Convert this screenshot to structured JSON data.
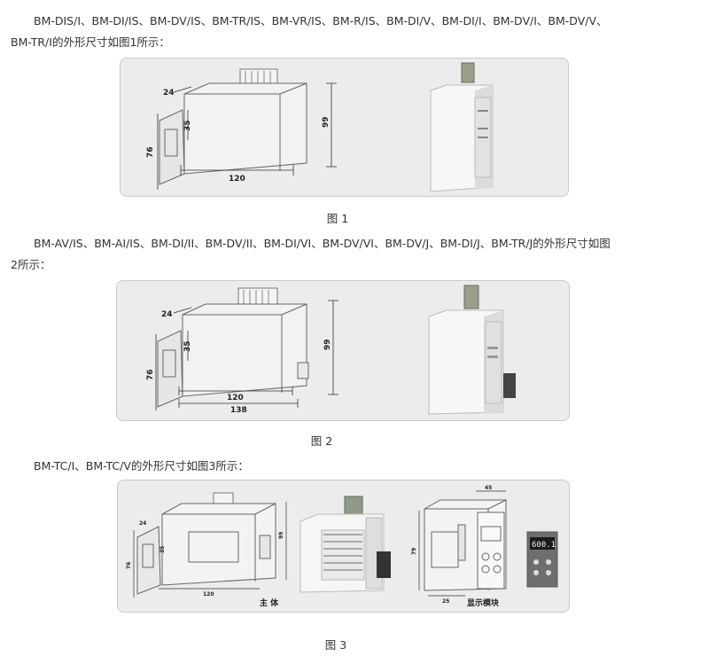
{
  "para1": {
    "line1": "BM-DIS/I、BM-DI/IS、BM-DV/IS、BM-TR/IS、BM-VR/IS、BM-R/IS、BM-DI/V、BM-DI/I、BM-DV/I、BM-DV/V、",
    "line2": "BM-TR/I的外形尺寸如图1所示："
  },
  "figure1": {
    "caption": "图 1",
    "dims": {
      "d24": "24",
      "d35": "35",
      "d76": "76",
      "d99": "99",
      "d120": "120"
    }
  },
  "para2": {
    "line1": "BM-AV/IS、BM-AI/IS、BM-DI/II、BM-DV/II、BM-DI/VI、BM-DV/VI、BM-DV/J、BM-DI/J、BM-TR/J的外形尺寸如图",
    "line2": "2所示："
  },
  "figure2": {
    "caption": "图 2",
    "dims": {
      "d24": "24",
      "d35": "35",
      "d76": "76",
      "d99": "99",
      "d120": "120",
      "d138": "138"
    }
  },
  "para3": {
    "line1": "BM-TC/I、BM-TC/V的外形尺寸如图3所示："
  },
  "figure3": {
    "caption": "图 3",
    "label_main": "主 体",
    "label_display": "显示模块",
    "display_digits": "600.1",
    "dims": {
      "d120": "120",
      "d76": "76",
      "d99": "99",
      "d24": "24",
      "d35": "35",
      "d45": "45",
      "d79": "79",
      "d25": "25"
    }
  }
}
